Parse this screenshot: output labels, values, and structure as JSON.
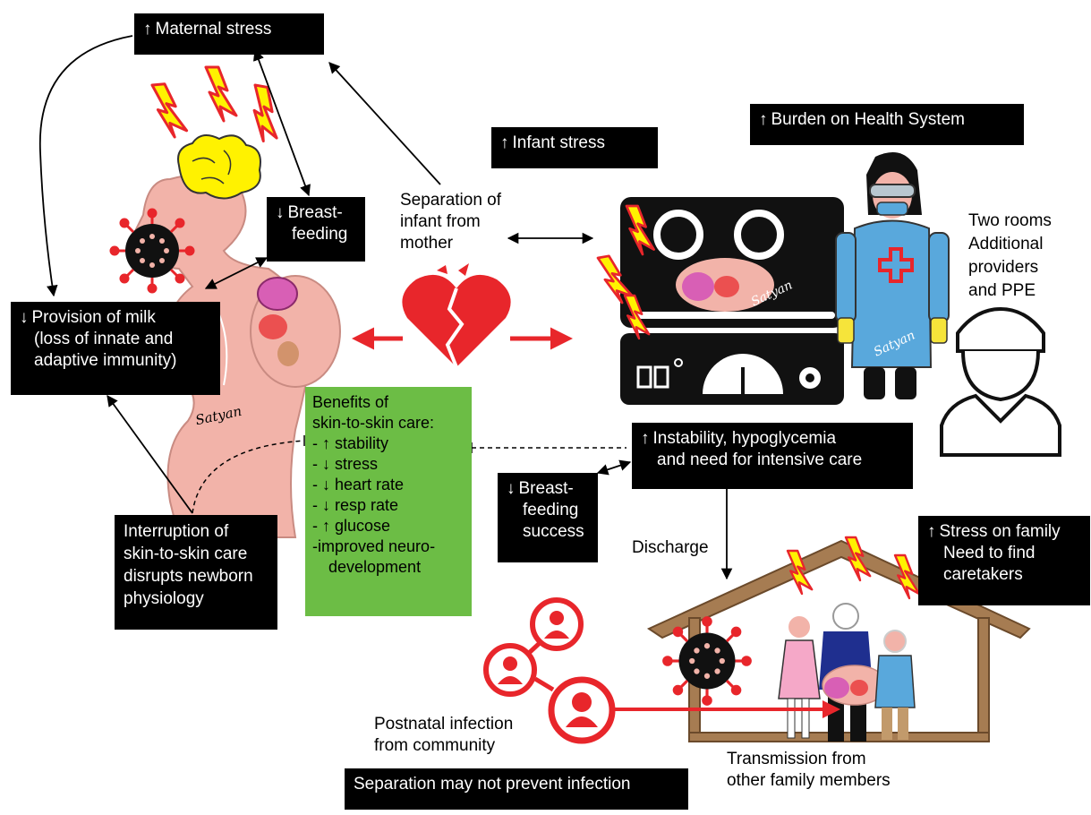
{
  "labels": {
    "maternal_stress": "Maternal stress",
    "infant_stress": "Infant stress",
    "burden": "Burden on Health System",
    "breastfeeding": [
      "Breast-",
      "feeding"
    ],
    "provision": [
      "Provision of milk",
      "(loss of innate and",
      "adaptive immunity)"
    ],
    "separation": [
      "Separation of",
      "infant from",
      "mother"
    ],
    "two_rooms": [
      "Two rooms",
      "Additional",
      "providers",
      "and PPE"
    ],
    "instability": [
      "Instability, hypoglycemia",
      "and need for intensive care"
    ],
    "bf_success": [
      "Breast-",
      "feeding",
      "success"
    ],
    "discharge": "Discharge",
    "stress_family": [
      "Stress on family",
      "Need to find",
      "caretakers"
    ],
    "interruption": [
      "Interruption of",
      "skin-to-skin care",
      "disrupts newborn",
      "physiology"
    ],
    "benefits_title": [
      "Benefits of",
      "skin-to-skin care:"
    ],
    "benefits": [
      {
        "dir": "up",
        "text": "stability"
      },
      {
        "dir": "down",
        "text": "stress"
      },
      {
        "dir": "down",
        "text": "heart rate"
      },
      {
        "dir": "down",
        "text": "resp rate"
      },
      {
        "dir": "up",
        "text": "glucose"
      }
    ],
    "benefits_last": [
      "-improved neuro-",
      "development"
    ],
    "postnatal": [
      "Postnatal infection",
      "from community"
    ],
    "separation_prevent": "Separation may not prevent infection",
    "transmission": [
      "Transmission from",
      "other family members"
    ],
    "signature": "Satyan"
  },
  "colors": {
    "box_bg": "#000000",
    "green_box": "#6cbd45",
    "heart_red": "#e8262b",
    "virus_red": "#e8262b",
    "skin": "#f2b3a9",
    "brain_yellow": "#fff200",
    "gown_blue": "#59a8dc",
    "house_brown": "#a67c52"
  },
  "icons": [
    "lightning-bolt-icon",
    "virus-icon",
    "broken-heart-icon",
    "incubator-icon",
    "doctor-icon",
    "nurse-icon",
    "house-icon",
    "person-icon"
  ]
}
